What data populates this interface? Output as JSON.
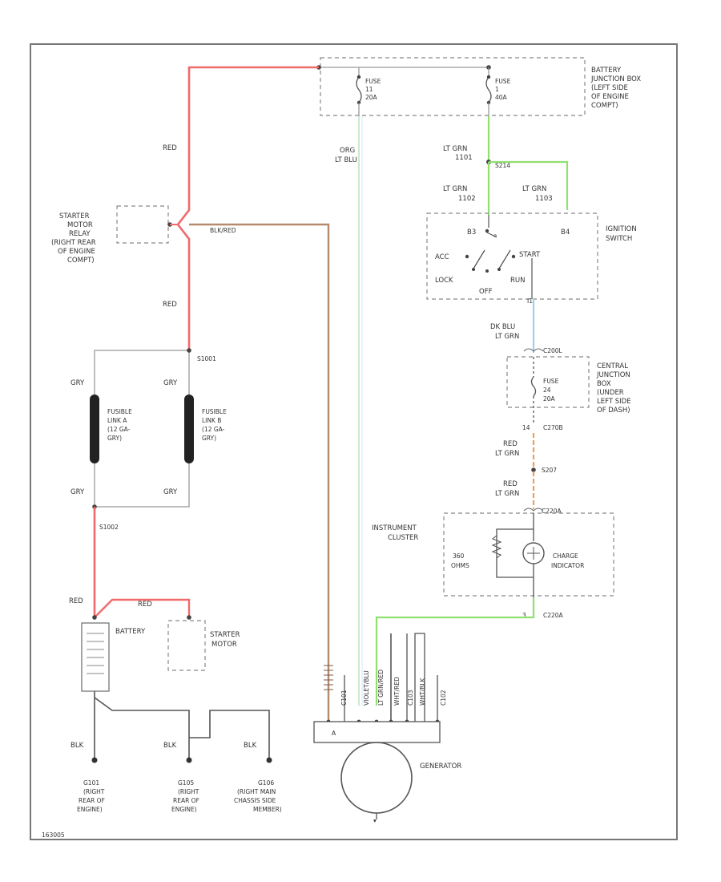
{
  "labels": {
    "battery_junction_box": [
      "BATTERY",
      "JUNCTION BOX",
      "(LEFT SIDE",
      "OF ENGINE",
      "COMPT)"
    ],
    "fuse_left": [
      "FUSE",
      "11",
      "20A"
    ],
    "fuse_right": [
      "FUSE",
      "1",
      "40A"
    ],
    "wire_org_ltblu": [
      "ORG",
      "LT BLU"
    ],
    "wire_ltgrn_1": [
      "LT GRN",
      "1101"
    ],
    "wire_ltgrn_2": [
      "LT GRN",
      "1102"
    ],
    "wire_ltgrn_3": [
      "LT GRN",
      "1103"
    ],
    "splice_s214": "S214",
    "ignition_switch": [
      "IGNITION",
      "SWITCH"
    ],
    "switch_terms": {
      "b3": "B3",
      "b4": "B4",
      "i1": "I1"
    },
    "switch_positions": {
      "acc": "ACC",
      "start": "START",
      "lock": "LOCK",
      "off": "OFF",
      "run": "RUN"
    },
    "wire_red_top": "RED",
    "wire_red_mid": "RED",
    "wire_red_low": "RED",
    "wire_red_batt": "RED",
    "wire_brn": "BLK/RED",
    "starter_relay": [
      "STARTER",
      "MOTOR",
      "RELAY",
      "(RIGHT REAR",
      "OF ENGINE",
      "COMPT)"
    ],
    "splice_s1001": "S1001",
    "splice_s1002": "S1002",
    "wire_gry": "GRY",
    "fusible_link_a": [
      "FUSIBLE",
      "LINK A",
      "(12 GA-",
      "GRY)"
    ],
    "fusible_link_b": [
      "FUSIBLE",
      "LINK B",
      "(12 GA-",
      "GRY)"
    ],
    "wire_dkblu_ltgrn": [
      "DK BLU",
      "LT GRN"
    ],
    "connector_c200l": "C200L",
    "central_junction_box": [
      "CENTRAL",
      "JUNCTION",
      "BOX",
      "(UNDER",
      "LEFT SIDE",
      "OF DASH)"
    ],
    "fuse_central": [
      "FUSE",
      "24",
      "20A"
    ],
    "connector_c270b": "C270B",
    "pin_14": "14",
    "wire_red_ltgrn_1": [
      "RED",
      "LT GRN"
    ],
    "splice_s207": "S207",
    "wire_red_ltgrn_2": [
      "RED",
      "LT GRN"
    ],
    "connector_c220a": "C220A",
    "instrument_cluster": [
      "INSTRUMENT",
      "CLUSTER"
    ],
    "resistor": [
      "360",
      "OHMS"
    ],
    "charge_indicator": [
      "CHARGE",
      "INDICATOR"
    ],
    "connector_c220a_bottom": "C220A",
    "pin_3": "3",
    "battery": "BATTERY",
    "starter_motor": [
      "STARTER",
      "MOTOR"
    ],
    "wire_blk_1": "BLK",
    "wire_blk_2": "BLK",
    "wire_blk_3": "BLK",
    "ground_1": [
      "G101",
      "(RIGHT",
      "REAR OF",
      "ENGINE)"
    ],
    "ground_2": [
      "G105",
      "(RIGHT",
      "REAR OF",
      "ENGINE)"
    ],
    "ground_3": [
      "G106",
      "(RIGHT MAIN",
      "CHASSIS SIDE",
      "MEMBER)"
    ],
    "generator": "GENERATOR",
    "gen_conn_labels": [
      "C101",
      "VIOLET/BLU",
      "LT GRN/RED",
      "WHT/RED",
      "C103",
      "WHT/BLK",
      "C102"
    ],
    "gen_terminal": "A",
    "footer_code": "163005"
  },
  "colors": {
    "red": "#f06a6a",
    "brown": "#b58a6e",
    "light_green": "#90e070",
    "light_blue": "#9fd0e8",
    "orange": "#e9a060",
    "gray": "#999999",
    "dark": "#555555"
  }
}
